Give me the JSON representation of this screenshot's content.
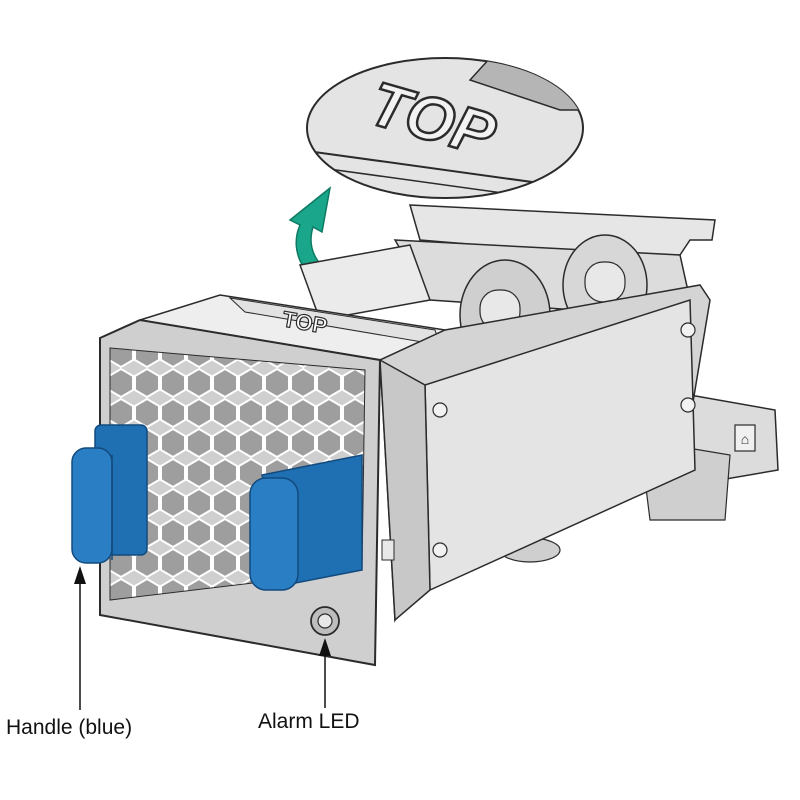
{
  "labels": {
    "handle": "Handle (blue)",
    "alarm_led": "Alarm LED",
    "top_marking": "TOP",
    "top_marking_zoom": "TOP"
  },
  "colors": {
    "handle_blue": "#1f6fb3",
    "handle_blue_dark": "#124a7e",
    "arrow_teal": "#1aa68a",
    "metal_light": "#ececec",
    "metal_mid": "#d2d2d2",
    "metal_dark": "#a9a9a9",
    "outline": "#2b2b2b"
  },
  "icons": {
    "rotation_arrow": "curved-arrow-up-icon",
    "alarm_led": "led-indicator-icon"
  }
}
